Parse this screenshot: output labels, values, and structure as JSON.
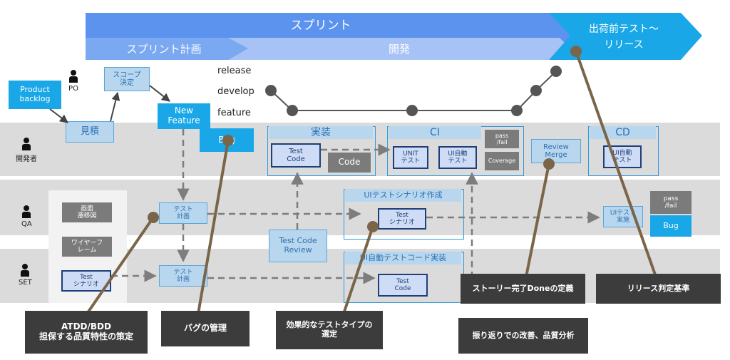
{
  "banner": {
    "sprint": "スプリント",
    "planning": "スプリント計画",
    "development": "開発",
    "release_phase": "出荷前テスト〜\nリリース"
  },
  "roles": {
    "po": "PO",
    "developer": "開発者",
    "qa": "QA",
    "set": "SET"
  },
  "branches": {
    "release": "release",
    "develop": "develop",
    "feature": "feature"
  },
  "boxes": {
    "product_backlog": "Product\nbacklog",
    "scope": "スコープ\n決定",
    "estimate": "見積",
    "new_feature": "New\nFeature",
    "bug_dev": "Bug",
    "impl_title": "実装",
    "test_code_impl": "Test\nCode",
    "code": "Code",
    "ci_title": "CI",
    "unit_test": "UNIT\nテスト",
    "ui_auto_test": "UI自動\nテスト",
    "pass_fail_ci": "pass\n/fail",
    "coverage": "Coverage",
    "review_merge": "Review\nMerge",
    "cd_title": "CD",
    "cd_ui_auto": "UI自動\nテスト",
    "screen_flow": "画面\n遷移図",
    "wireframe": "ワイヤーフ\nレーム",
    "test_scenario_set": "Test\nシナリオ",
    "qa_test_plan": "テスト\n計画",
    "set_test_plan": "テスト\n計画",
    "test_code_review": "Test Code\nReview",
    "ui_scenario_title": "UIテストシナリオ作成",
    "test_scenario_qa": "Test\nシナリオ",
    "ui_code_title": "UI自動テストコード実装",
    "test_code_set": "Test\nCode",
    "ui_test_exec": "UIテスト\n実施",
    "pass_fail_qa": "pass\n/fail",
    "bug_qa": "Bug"
  },
  "callouts": {
    "atdd": "ATDD/BDD\n担保する品質特性の策定",
    "bug_mgmt": "バグの管理",
    "test_type": "効果的なテストタイプの\n選定",
    "done_def": "ストーリー完了Doneの定義",
    "release_criteria": "リリース判定基準",
    "retro": "振り返りでの改善、品質分析"
  },
  "colors": {
    "banner_blue": "#5b93ee",
    "banner_light": "#a7c3f6",
    "release_cyan": "#1aa7e8",
    "lane_gray": "#dcdbdb",
    "callout_dark": "#3c3c3c",
    "pointer_brown": "#7a6548"
  }
}
